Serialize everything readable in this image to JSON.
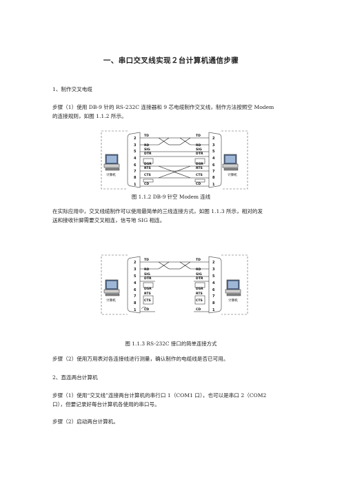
{
  "title": "一、串口交叉线实现２台计算机通信步骤",
  "section1": "1、制作交叉电缆",
  "step1_line1": "步骤（1）使用 DB-9 针的 RS-232C 连接器和 9 芯电缆制作交叉线，制作方法按照空 Modem",
  "step1_line2": "的连接规则，如图 1.1.2 所示。",
  "fig1": {
    "caption": "图 1.1.2 DB-9 针空 Modem 连线",
    "left_pc_label": "计算机",
    "right_pc_label": "计算机",
    "pins_left": [
      "2",
      "3",
      "5",
      "4",
      "6",
      "7",
      "8",
      "1"
    ],
    "pins_right": [
      "2",
      "3",
      "5",
      "4",
      "6",
      "7",
      "8",
      "1"
    ],
    "left_signals": [
      "TD",
      "RD",
      "SIG",
      "DTR",
      "DSR",
      "RTS",
      "CTS",
      "CD"
    ],
    "right_signals": [
      "TD",
      "RD",
      "SIG",
      "DTR",
      "DSR",
      "RTS",
      "CTS",
      "CD"
    ]
  },
  "para2_line1": "在实际应用中，交叉线缆制作可以使用最简单的三线连接方式，如图 1.1.3 所示，相对的发",
  "para2_line2": "送和接收针脚需要交叉相连，信号地 SIG 相连。",
  "fig2": {
    "caption": "图 1.1.3 RS-232C 接口的简单连接方式",
    "left_pc_label": "计算机",
    "right_pc_label": "计算机",
    "pins_left": [
      "2",
      "3",
      "5",
      "4",
      "6",
      "7",
      "8",
      "1"
    ],
    "pins_right": [
      "2",
      "3",
      "5",
      "4",
      "6",
      "7",
      "8",
      "1"
    ],
    "left_signals": [
      "TD",
      "RD",
      "SIG",
      "DTR",
      "DSR",
      "RTS",
      "CTS",
      "CD"
    ],
    "right_signals": [
      "TD",
      "RD",
      "SIG",
      "DTR",
      "DSR",
      "RTS",
      "CTS",
      "CD"
    ]
  },
  "step2": "步骤（2）使用万用表对各连接线进行测量，确认制作的电缆线是否已可用。",
  "section2": "2、直连两台计算机",
  "step3_line1": "步骤（1）使用“交叉线”连接两台计算机的串行口 1（COM1 口），也可以是串口 2（COM2",
  "step3_line2": "口），但要记录好每台计算机各使用的串口号。",
  "step4": "步骤（2）启动两台计算机。"
}
